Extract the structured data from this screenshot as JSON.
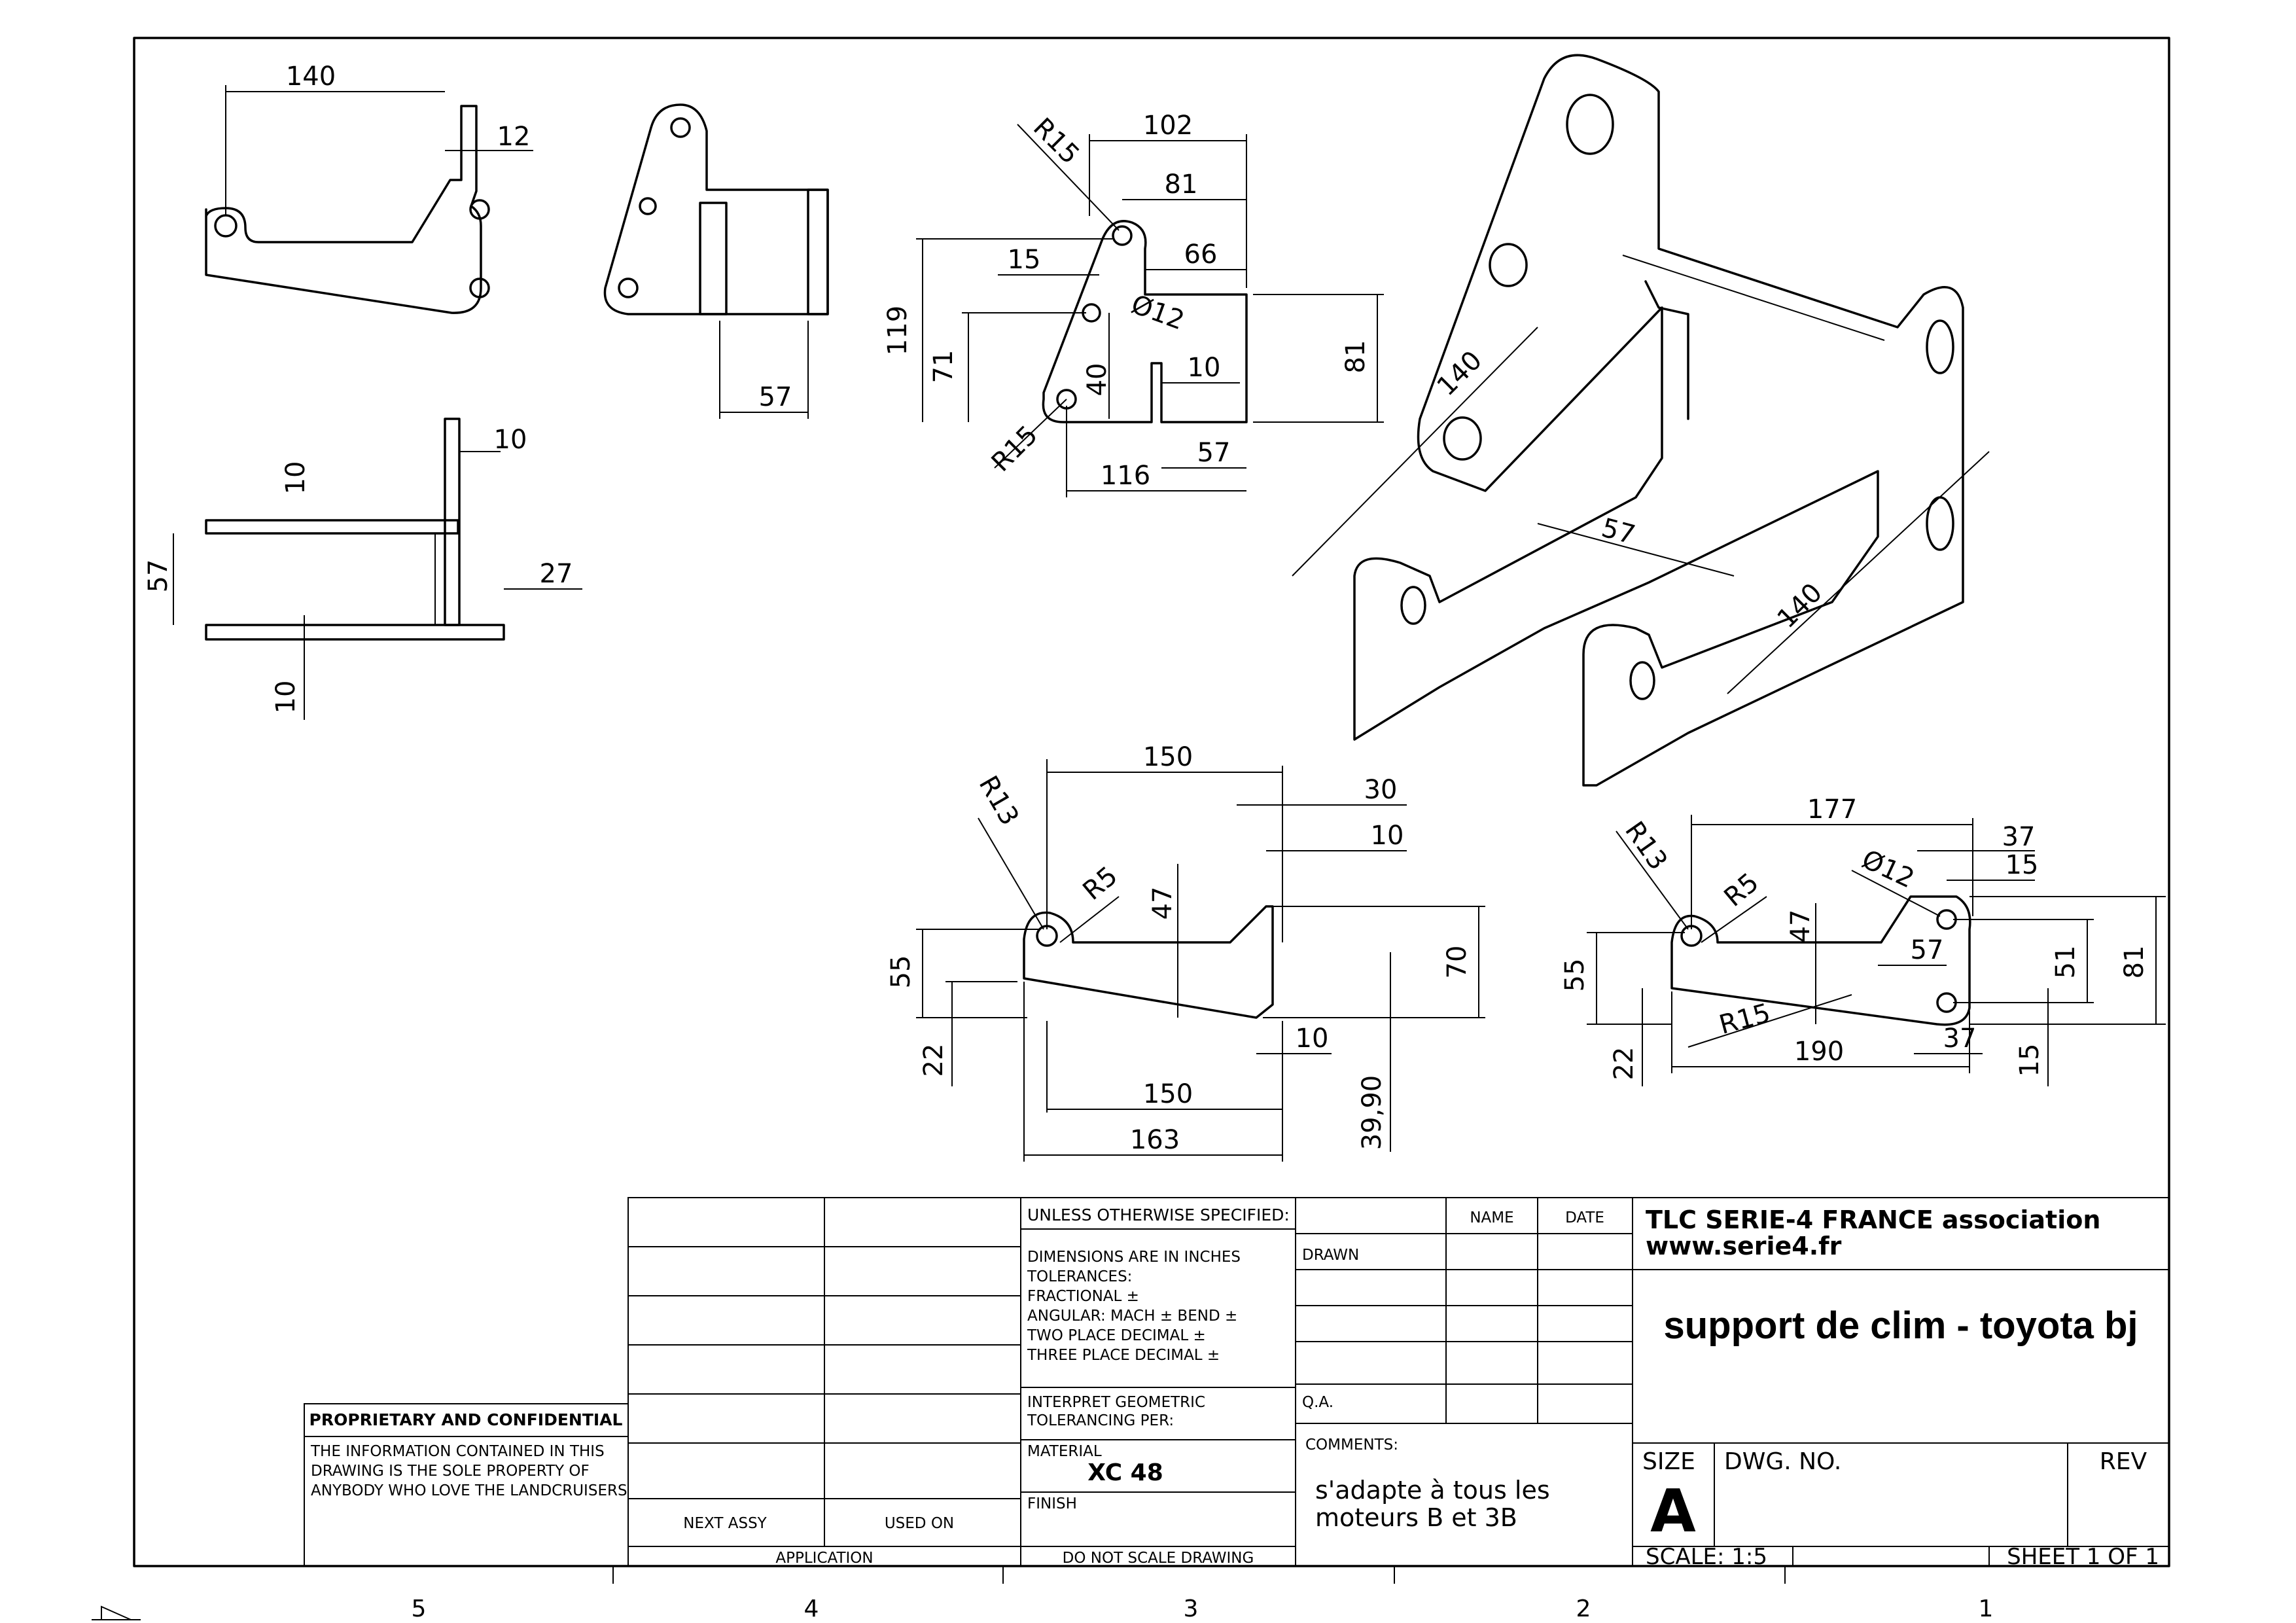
{
  "drawing": {
    "dimensions": {
      "side_view": [
        "140",
        "12"
      ],
      "top_view": [
        "10",
        "10",
        "57",
        "27",
        "10"
      ],
      "front_view": [
        "57"
      ],
      "plate_view": [
        "R15",
        "102",
        "81",
        "15",
        "66",
        "119",
        "Ø12",
        "71",
        "81",
        "40",
        "10",
        "R15",
        "116",
        "57"
      ],
      "iso_view": [
        "140",
        "57",
        "140"
      ],
      "bracket_left": [
        "150",
        "30",
        "10",
        "R13",
        "R5",
        "47",
        "70",
        "55",
        "22",
        "10",
        "150",
        "163",
        "39,90"
      ],
      "bracket_right": [
        "177",
        "37",
        "15",
        "R13",
        "Ø12",
        "R5",
        "47",
        "57",
        "51",
        "81",
        "55",
        "R15",
        "37",
        "22",
        "190",
        "15"
      ]
    },
    "zones": [
      "5",
      "4",
      "3",
      "2",
      "1"
    ]
  },
  "title_block": {
    "proprietary": {
      "heading": "PROPRIETARY AND CONFIDENTIAL",
      "lines": [
        "THE INFORMATION CONTAINED IN THIS",
        "DRAWING IS THE SOLE PROPERTY OF",
        "ANYBODY WHO LOVE  THE LANDCRUISERS"
      ]
    },
    "next_assy": "NEXT ASSY",
    "used_on": "USED ON",
    "application": "APPLICATION",
    "unless": "UNLESS OTHERWISE SPECIFIED:",
    "tolerances": [
      "DIMENSIONS ARE IN INCHES",
      "TOLERANCES:",
      "FRACTIONAL ±",
      "ANGULAR: MACH ±    BEND  ±",
      "TWO PLACE DECIMAL    ±",
      "THREE PLACE DECIMAL  ±"
    ],
    "interpret": [
      "INTERPRET GEOMETRIC",
      "TOLERANCING PER:"
    ],
    "material_label": "MATERIAL",
    "material": "XC 48",
    "finish_label": "FINISH",
    "do_not_scale": "DO NOT SCALE DRAWING",
    "name_label": "NAME",
    "date_label": "DATE",
    "drawn_label": "DRAWN",
    "qa_label": "Q.A.",
    "comments_label": "COMMENTS:",
    "comments": [
      "s'adapte à tous les",
      "moteurs B et 3B"
    ],
    "company": [
      "TLC SERIE-4 FRANCE association",
      "www.serie4.fr"
    ],
    "title": "support de clim - toyota bj",
    "size_label": "SIZE",
    "size": "A",
    "dwg_no_label": "DWG.  NO.",
    "rev_label": "REV",
    "scale": "SCALE: 1:5",
    "sheet": "SHEET 1 OF 1"
  }
}
